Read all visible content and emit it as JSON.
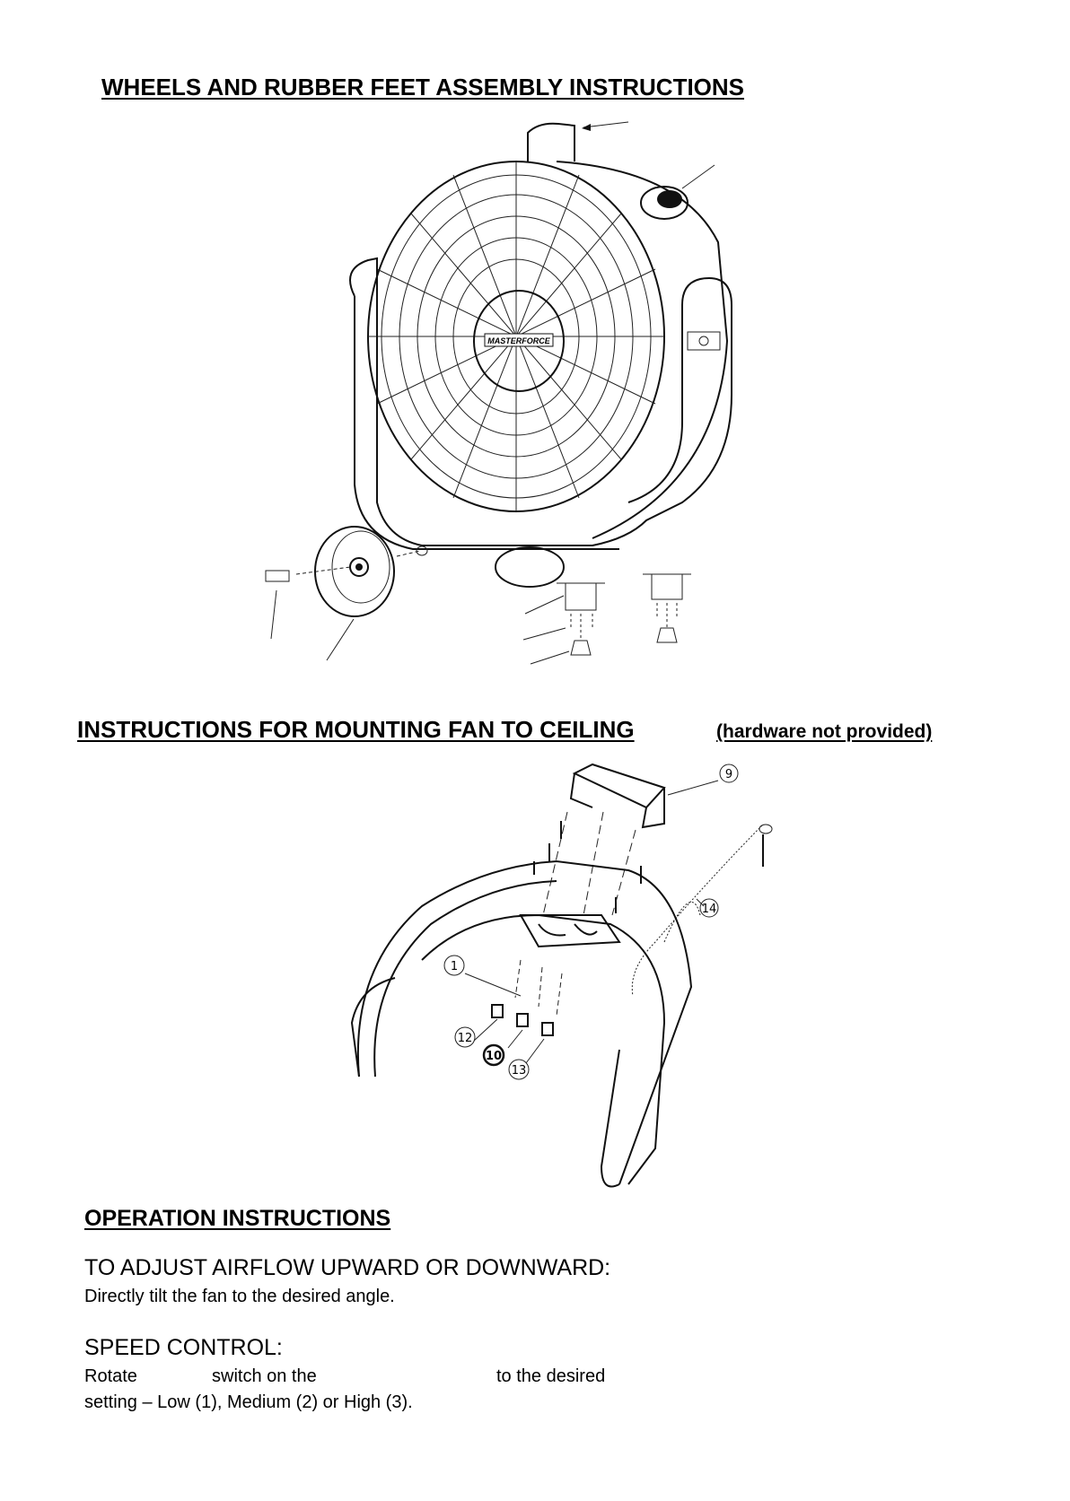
{
  "sections": {
    "wheels": {
      "heading": "WHEELS AND RUBBER FEET ASSEMBLY INSTRUCTIONS",
      "brand_logo": "MASTERFORCE"
    },
    "ceiling": {
      "heading": "INSTRUCTIONS FOR MOUNTING FAN TO CEILING",
      "note": "(hardware not provided)",
      "callouts": [
        "9",
        "14",
        "1",
        "12",
        "10",
        "13"
      ]
    },
    "operation": {
      "heading": "OPERATION INSTRUCTIONS",
      "airflow_title": "TO ADJUST AIRFLOW UPWARD OR DOWNWARD:",
      "airflow_text": "Directly tilt the fan to the desired angle.",
      "speed_title": "SPEED CONTROL:",
      "speed_text_a": "Rotate",
      "speed_text_b": "switch on the",
      "speed_text_c": "to the desired",
      "speed_text_d": "setting – Low (1), Medium (2) or High (3)."
    }
  }
}
